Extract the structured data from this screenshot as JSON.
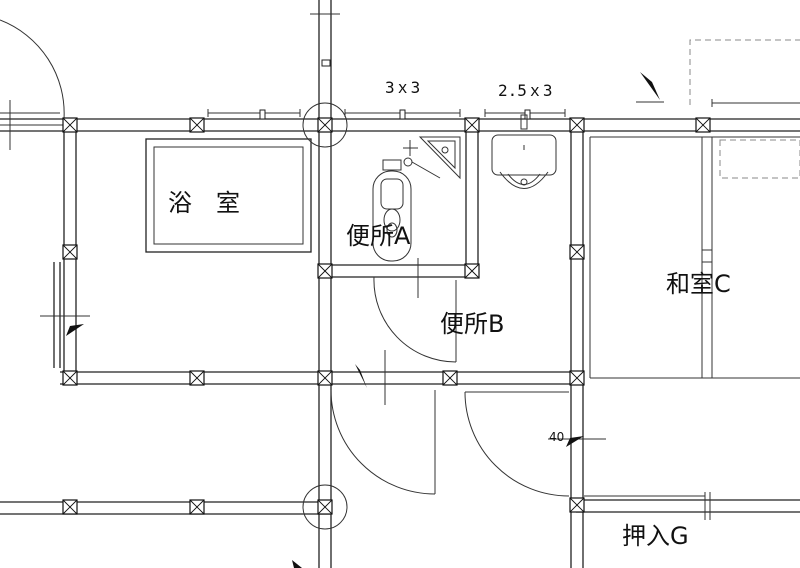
{
  "rooms": {
    "bath": "浴　室",
    "toilet_a": "便所A",
    "toilet_b": "便所B",
    "washitsu_c": "和室C",
    "oshiire_g": "押入G"
  },
  "dimensions": {
    "toilet_a_size": "3ｘ3",
    "toilet_b_size": "2.5ｘ3",
    "floor_note": "40"
  }
}
